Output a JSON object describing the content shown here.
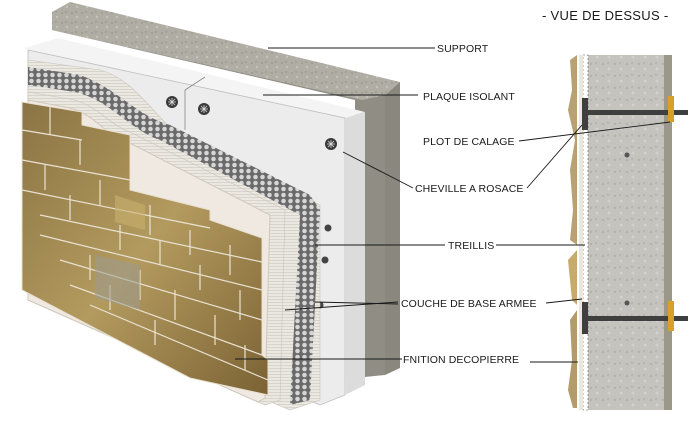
{
  "title": "- VUE DE DESSUS -",
  "colors": {
    "support": "#a9a79c",
    "support_dark": "#8e8b80",
    "insulation": "#ececec",
    "mesh": "#5a5a5a",
    "base_coat": "#e6e3dc",
    "stone_light": "#b59a5c",
    "stone_dark": "#7a6338",
    "anchor": "#3f3f3f",
    "shim": "#d8a028",
    "leader": "#1a1a1a"
  },
  "labels": [
    {
      "id": "support",
      "text": "SUPPORT"
    },
    {
      "id": "plaque_isolant",
      "text": "PLAQUE ISOLANT"
    },
    {
      "id": "plot_de_calage",
      "text": "PLOT DE CALAGE"
    },
    {
      "id": "cheville_a_rosace",
      "text": "CHEVILLE A ROSACE"
    },
    {
      "id": "treillis",
      "text": "TREILLIS"
    },
    {
      "id": "couche_de_base_armee",
      "text": "COUCHE DE BASE ARMEE"
    },
    {
      "id": "finition_decopierre",
      "text": "FNITION DECOPIERRE"
    }
  ]
}
